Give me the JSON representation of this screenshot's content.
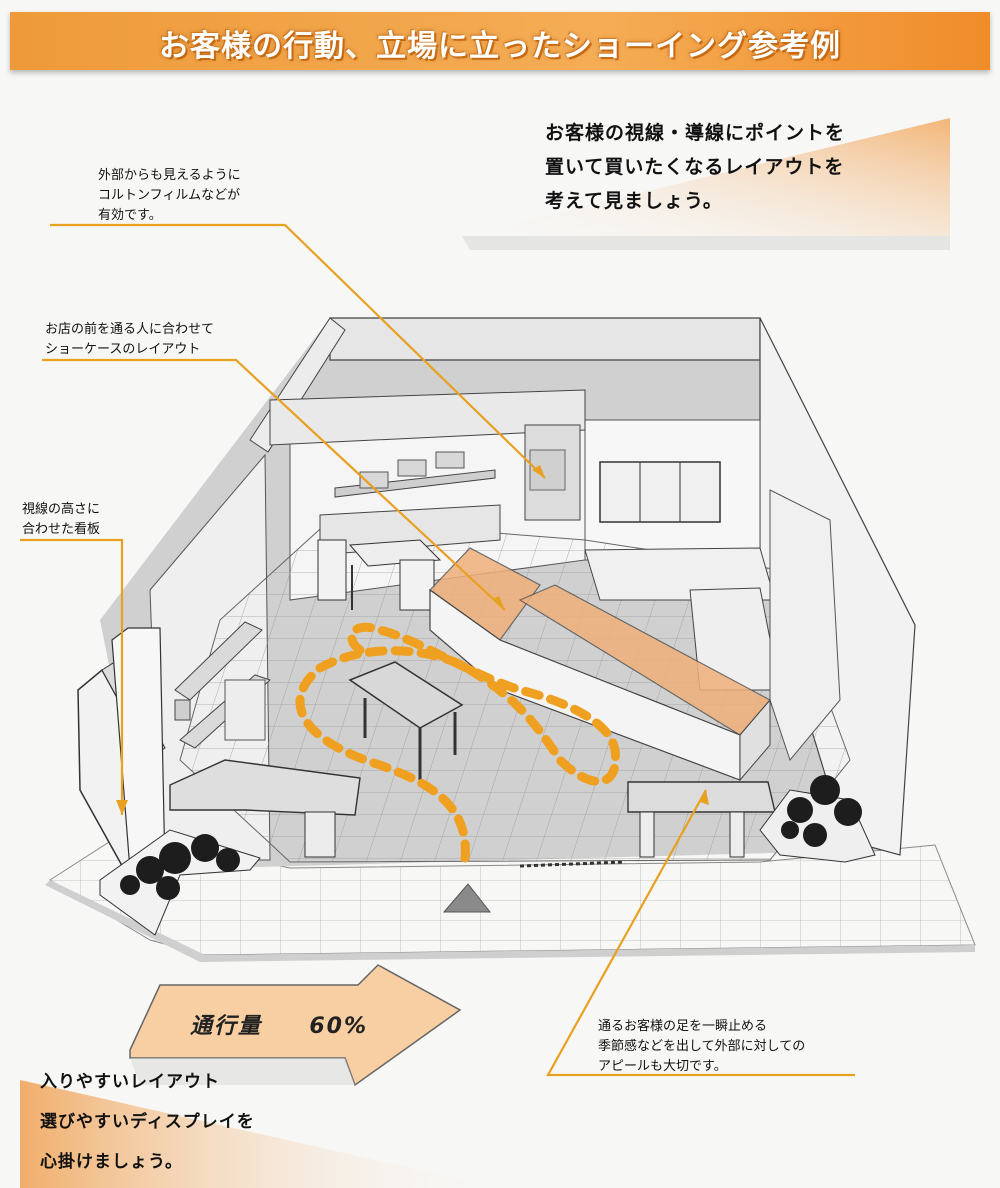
{
  "title": "お客様の行動、立場に立ったショーイング参考例",
  "callout_top_right": {
    "lines": [
      "お客様の視線・導線にポイントを",
      "置いて買いたくなるレイアウトを",
      "考えて見ましょう。"
    ]
  },
  "notes": {
    "exterior_film": "外部からも見えるように\nコルトンフィルムなどが\n有効です。",
    "showcase_layout": "お店の前を通る人に合わせて\nショーケースのレイアウト",
    "eye_level_sign": "視線の高さに\n合わせた看板",
    "seasonal_appeal": "通るお客様の足を一瞬止める\n季節感などを出して外部に対しての\nアピールも大切です。"
  },
  "traffic_arrow": {
    "label": "通行量",
    "value": "60%"
  },
  "bottom_left": {
    "lines": [
      "入りやすいレイアウト",
      "選びやすいディスプレイを",
      "心掛けましょう。"
    ]
  },
  "colors": {
    "accent": "#f0a040",
    "accent_light": "#f6c590",
    "arrow_fill": "#f8cfa2",
    "leader_line": "#e8a020",
    "path_dash": "#f0a020"
  }
}
